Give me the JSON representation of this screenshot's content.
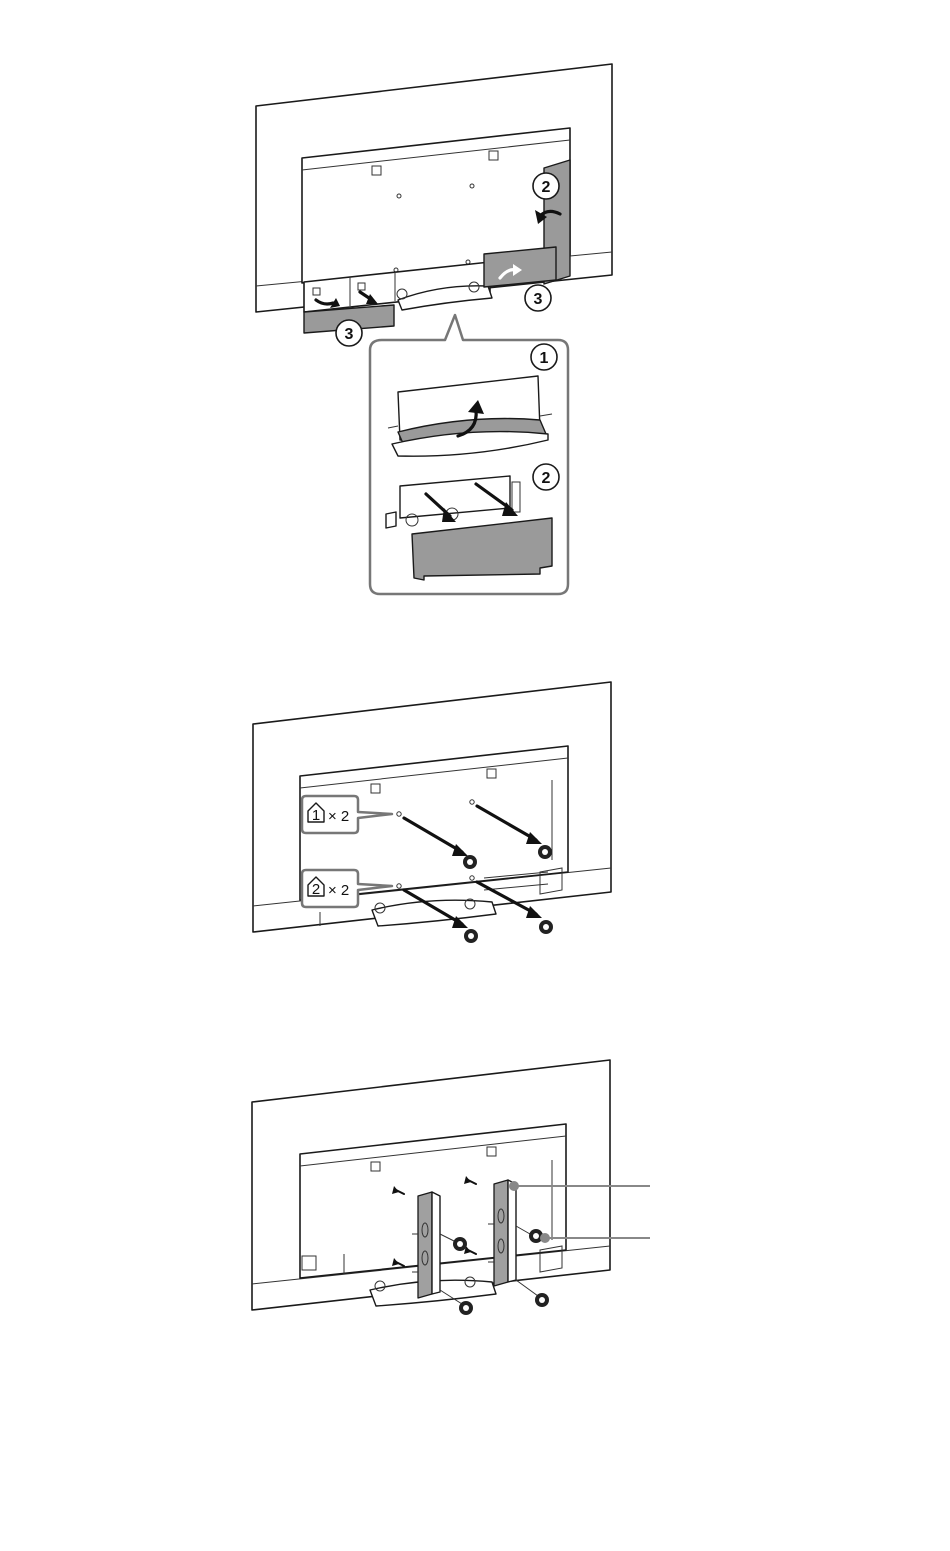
{
  "figure1": {
    "steps": {
      "main_right_upper": "2",
      "main_right_lower": "3",
      "main_left": "3",
      "inset_top": "1",
      "inset_bottom": "2"
    }
  },
  "figure2": {
    "screw_label_1": {
      "number": "1",
      "count": "× 2"
    },
    "screw_label_2": {
      "number": "2",
      "count": "× 2"
    }
  },
  "figure3": {},
  "colors": {
    "cover_fill": "#9a9a9a",
    "bracket_fill": "#a0a0a0",
    "callout_border": "#777777",
    "leader": "#888888"
  },
  "icons": {
    "step_badge": "circled-number-icon",
    "screw_kind_badge": "house-shaped-number-icon",
    "screw": "screw-icon",
    "arrow": "arrow-icon"
  }
}
